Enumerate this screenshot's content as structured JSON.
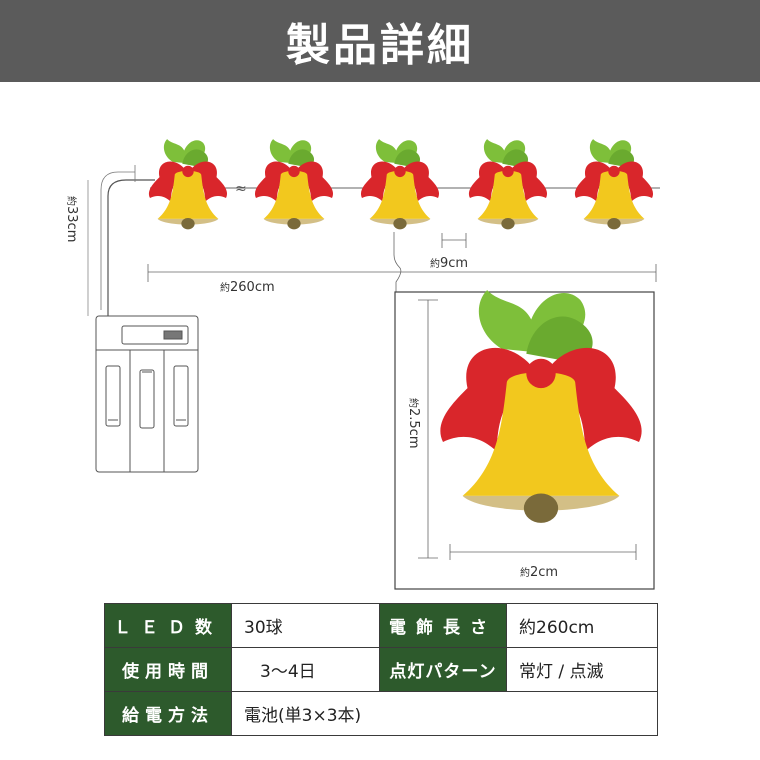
{
  "header": {
    "title": "製品詳細"
  },
  "colors": {
    "header_bg": "#5b5b5b",
    "table_key_bg": "#2d5a2c",
    "bell_yellow": "#f2c81e",
    "ribbon_red": "#d9262b",
    "leaf_green": "#7ebf3a"
  },
  "diagram": {
    "dims": {
      "wire_height": {
        "prefix": "約",
        "value": "33cm"
      },
      "total_length": {
        "prefix": "約",
        "value": "260cm"
      },
      "spacing": {
        "prefix": "約",
        "value": "9cm"
      },
      "bell_height": {
        "prefix": "約",
        "value": "2.5cm"
      },
      "bell_width": {
        "prefix": "約",
        "value": "2cm"
      }
    }
  },
  "specs": {
    "row1": {
      "key1": "ＬＥＤ数",
      "val1": "30球",
      "key2": "電飾長さ",
      "val2": "約260cm"
    },
    "row2": {
      "key1": "使用時間",
      "val1": "3〜4日",
      "key2": "点灯パターン",
      "val2": "常灯 / 点滅"
    },
    "row3": {
      "key1": "給電方法",
      "val1": "電池(単3×3本)"
    }
  }
}
